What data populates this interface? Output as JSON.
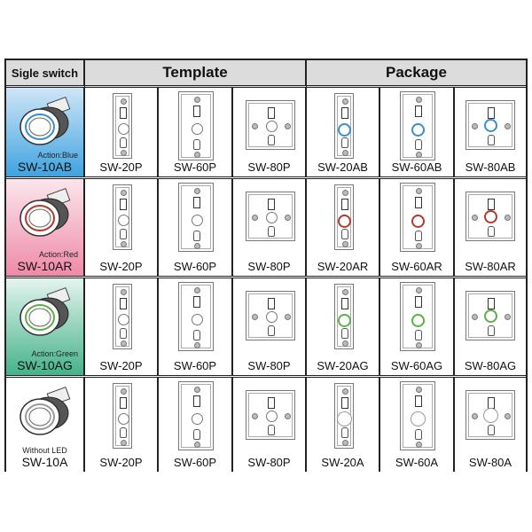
{
  "header": {
    "col1": "Sigle switch",
    "template": "Template",
    "package": "Package"
  },
  "colors": {
    "blue_bg_top": "#cfe6f7",
    "blue_bg_bottom": "#3fa3e0",
    "red_bg_top": "#fbe6ec",
    "red_bg_bottom": "#ef8aa8",
    "green_bg_top": "#e4f4ee",
    "green_bg_bottom": "#45b38a",
    "ring_blue": "#3a8ed0",
    "ring_red": "#b23a2a",
    "ring_green": "#5bb04a",
    "ring_none": "#999999",
    "grid": "#222222",
    "header_bg": "#dcdcdc"
  },
  "rows": [
    {
      "switch": {
        "action": "Action:Blue",
        "model": "SW-10AB",
        "color": "blue"
      },
      "template": [
        "SW-20P",
        "SW-60P",
        "SW-80P"
      ],
      "package": [
        "SW-20AB",
        "SW-60AB",
        "SW-80AB"
      ]
    },
    {
      "switch": {
        "action": "Action:Red",
        "model": "SW-10AR",
        "color": "red"
      },
      "template": [
        "SW-20P",
        "SW-60P",
        "SW-80P"
      ],
      "package": [
        "SW-20AR",
        "SW-60AR",
        "SW-80AR"
      ]
    },
    {
      "switch": {
        "action": "Action:Green",
        "model": "SW-10AG",
        "color": "green"
      },
      "template": [
        "SW-20P",
        "SW-60P",
        "SW-80P"
      ],
      "package": [
        "SW-20AG",
        "SW-60AG",
        "SW-80AG"
      ]
    },
    {
      "switch": {
        "action": "Without LED",
        "model": "SW-10A",
        "color": "none"
      },
      "template": [
        "SW-20P",
        "SW-60P",
        "SW-80P"
      ],
      "package": [
        "SW-20A",
        "SW-60A",
        "SW-80A"
      ]
    }
  ]
}
